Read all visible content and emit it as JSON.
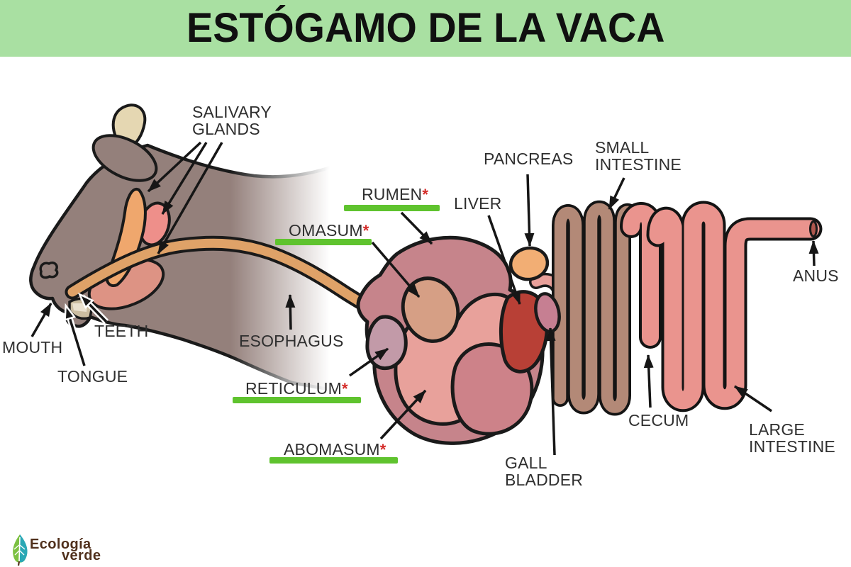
{
  "banner": {
    "title": "ESTÓGAMO DE LA VACA"
  },
  "diagram": {
    "asterisk": "*",
    "labels": {
      "salivary_glands": "SALIVARY\nGLANDS",
      "mouth": "MOUTH",
      "teeth": "TEETH",
      "tongue": "TONGUE",
      "esophagus": "ESOPHAGUS",
      "rumen": "RUMEN",
      "omasum": "OMASUM",
      "reticulum": "RETICULUM",
      "abomasum": "ABOMASUM",
      "liver": "LIVER",
      "pancreas": "PANCREAS",
      "gall_bladder": "GALL\nBLADDER",
      "small_intestine": "SMALL\nINTESTINE",
      "large_intestine": "LARGE\nINTESTINE",
      "cecum": "CECUM",
      "anus": "ANUS"
    },
    "starred_labels": [
      "RUMEN",
      "OMASUM",
      "RETICULUM",
      "ABOMASUM"
    ]
  },
  "colors": {
    "banner_green": "#a9e0a2",
    "underline_green": "#5fc32e",
    "asterisk_red": "#d42b28",
    "label_text": "#2f2f2f",
    "head_brown": "#94807b",
    "horn_cream": "#e5d7b2",
    "esophagus_orange": "#dfa268",
    "salivary_orange": "#efa76d",
    "salivary_pink": "#ee8f8a",
    "rumen_rose": "#c6848b",
    "abomasum_pink": "#e8a19b",
    "omasum_salmon": "#d69f85",
    "reticulum_mauve": "#c29aa8",
    "liver_red": "#b84036",
    "pancreas_orange": "#f2ae74",
    "gall_bladder_mauve": "#c67f92",
    "small_intestine_brown": "#b38977",
    "large_intestine_pink": "#ea948e",
    "outline_black": "#1a1a1a"
  },
  "logo": {
    "word1": "Ecología",
    "word2": "verde"
  }
}
